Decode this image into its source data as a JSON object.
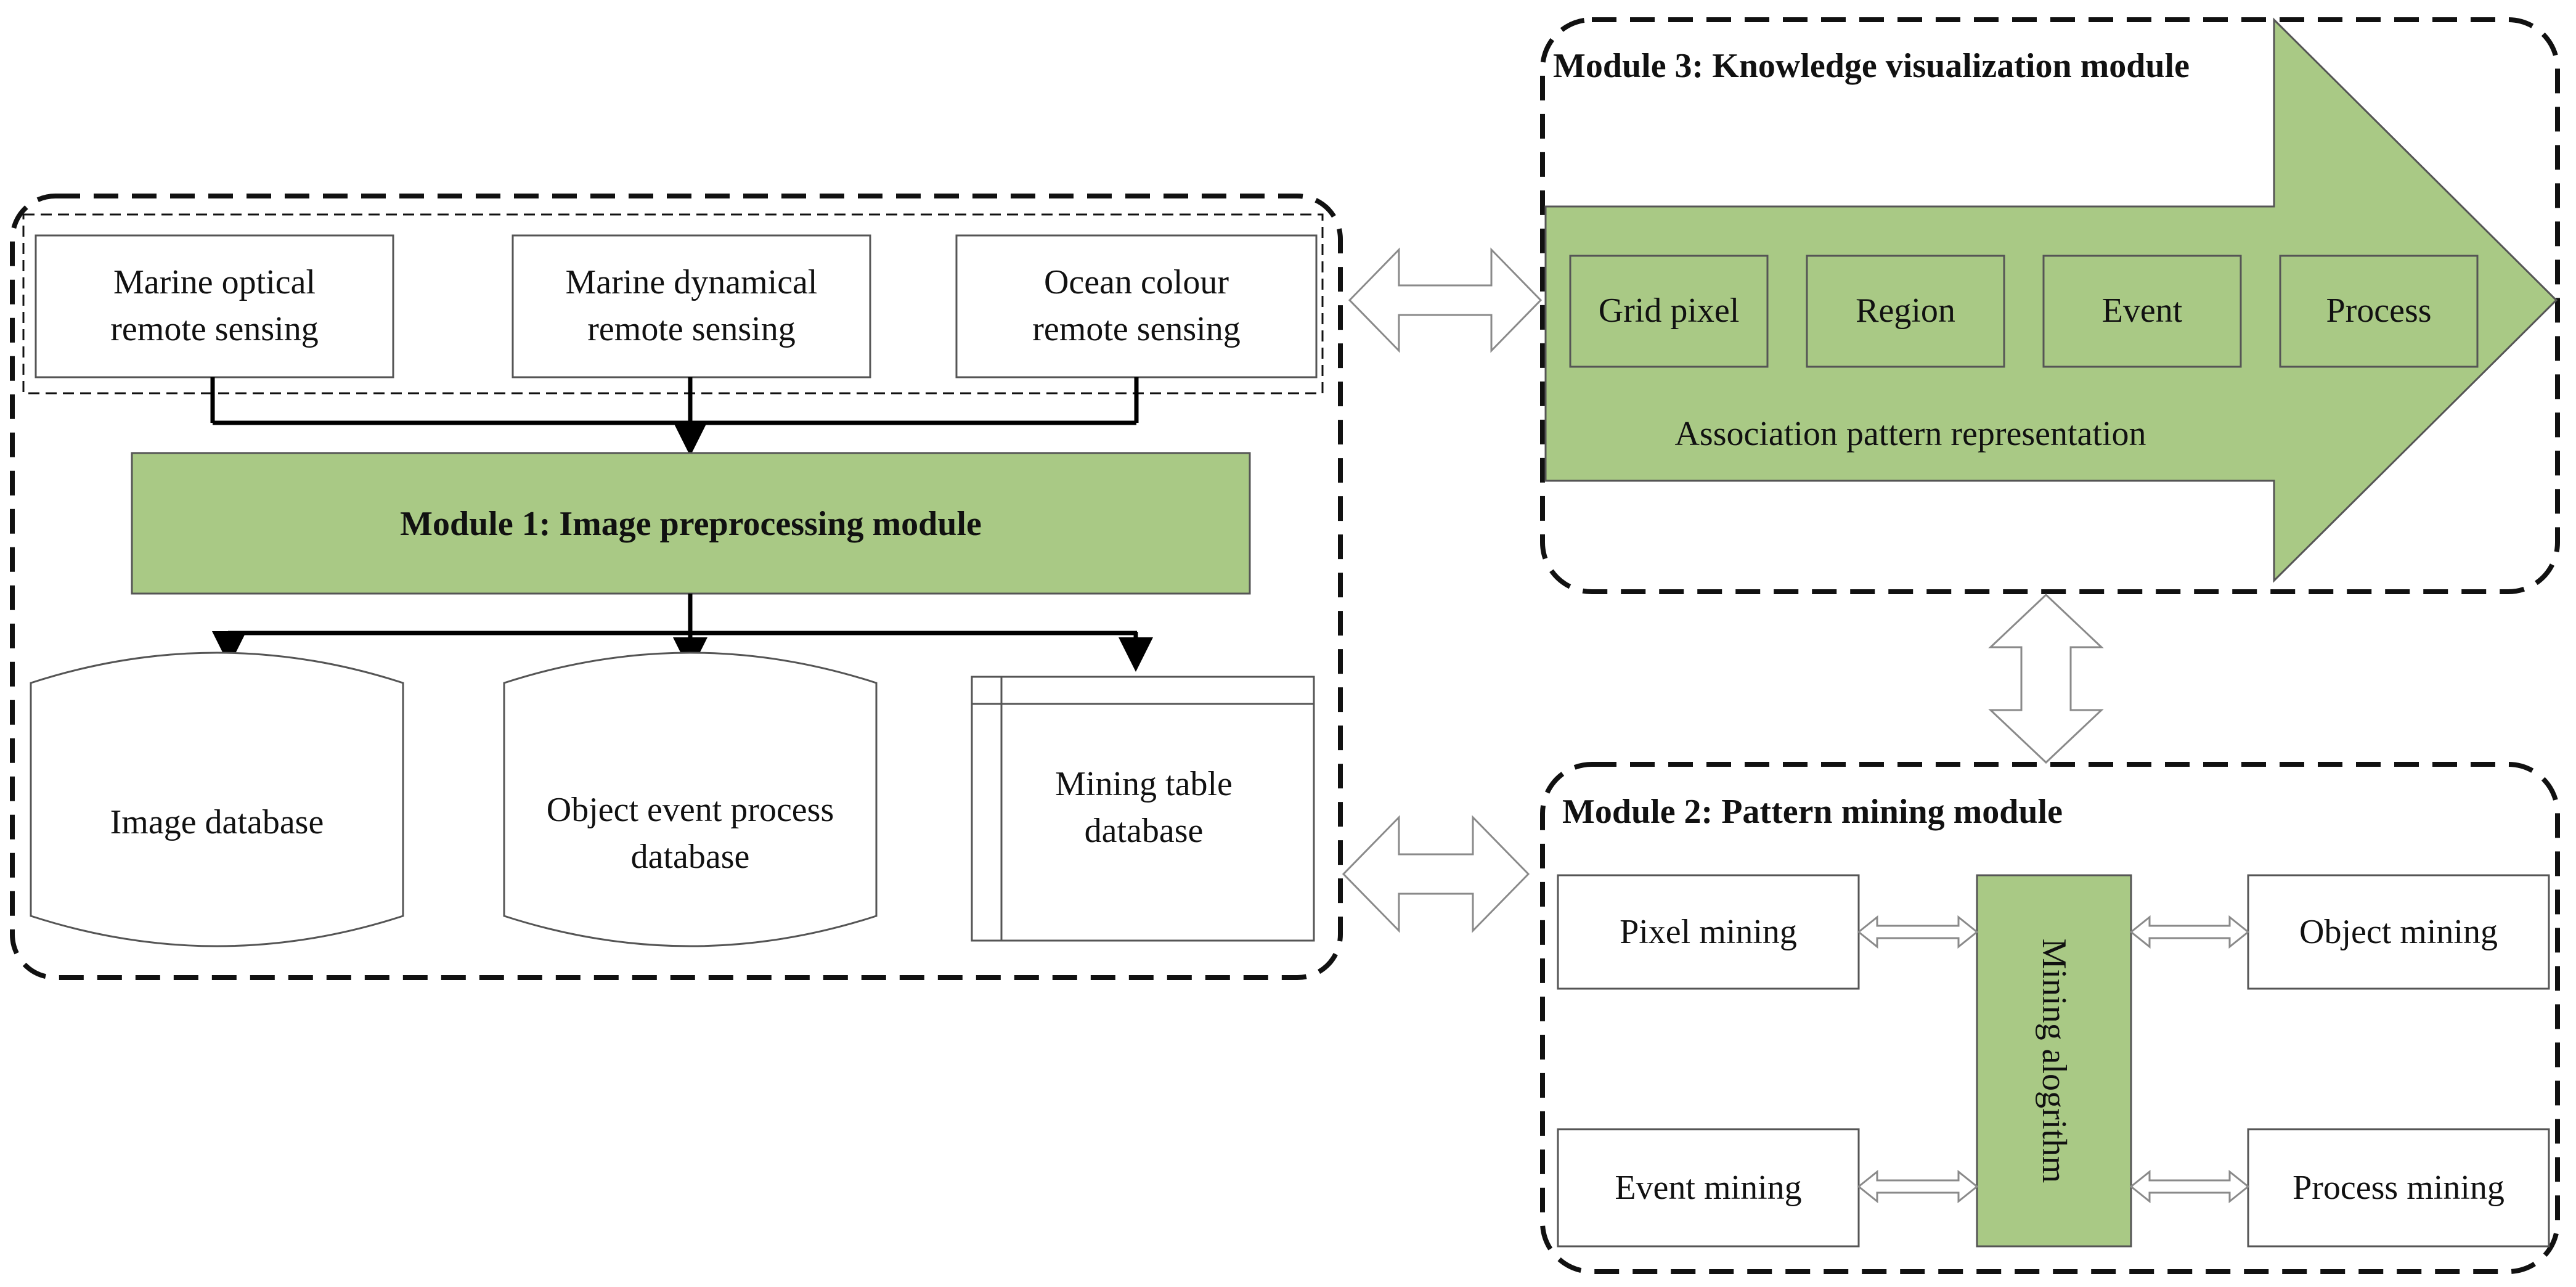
{
  "colors": {
    "green_fill": "#a9c985",
    "line": "#111111"
  },
  "module1": {
    "sources": [
      {
        "line1": "Marine optical",
        "line2": "remote sensing"
      },
      {
        "line1": "Marine dynamical",
        "line2": "remote sensing"
      },
      {
        "line1": "Ocean colour",
        "line2": "remote sensing"
      }
    ],
    "title": "Module 1: Image preprocessing module",
    "image_db": "Image database",
    "object_db": {
      "line1": "Object event process",
      "line2": "database"
    },
    "mining_table": {
      "line1": "Mining table",
      "line2": "database"
    }
  },
  "module3": {
    "title": "Module 3: Knowledge visualization module",
    "items": [
      "Grid pixel",
      "Region",
      "Event",
      "Process"
    ],
    "caption": "Association pattern representation"
  },
  "module2": {
    "title": "Module 2: Pattern mining module",
    "pixel": "Pixel mining",
    "object": "Object mining",
    "event": "Event mining",
    "process": "Process mining",
    "algorithm": "Mining alogrithm"
  }
}
